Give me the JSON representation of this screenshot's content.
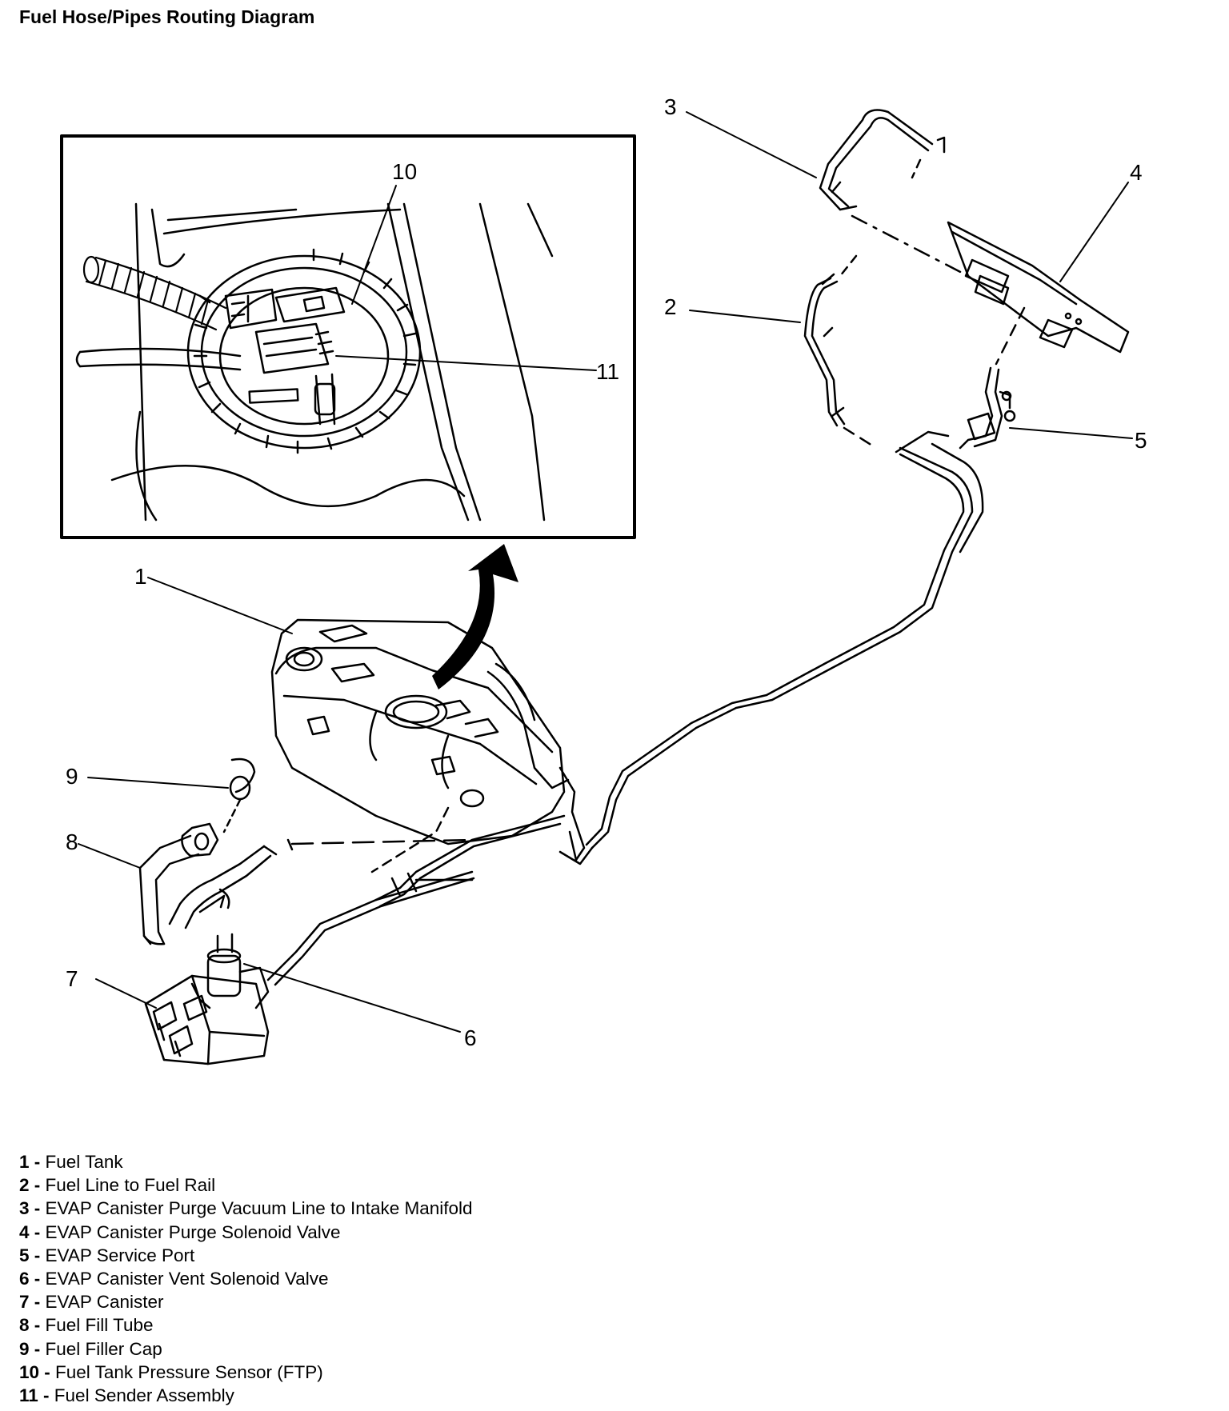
{
  "title": "Fuel Hose/Pipes Routing Diagram",
  "callouts": [
    "1",
    "2",
    "3",
    "4",
    "5",
    "6",
    "7",
    "8",
    "9",
    "10",
    "11"
  ],
  "legend": [
    {
      "num": "1",
      "sep": " - ",
      "text": "Fuel Tank"
    },
    {
      "num": "2",
      "sep": " - ",
      "text": "Fuel Line to Fuel Rail"
    },
    {
      "num": "3",
      "sep": " - ",
      "text": "EVAP Canister Purge Vacuum Line to Intake Manifold"
    },
    {
      "num": "4",
      "sep": " - ",
      "text": "EVAP Canister Purge Solenoid Valve"
    },
    {
      "num": "5",
      "sep": " - ",
      "text": "EVAP Service Port"
    },
    {
      "num": "6",
      "sep": " - ",
      "text": "EVAP Canister Vent Solenoid Valve"
    },
    {
      "num": "7",
      "sep": " - ",
      "text": "EVAP Canister"
    },
    {
      "num": "8",
      "sep": " - ",
      "text": "Fuel Fill Tube"
    },
    {
      "num": "9",
      "sep": " - ",
      "text": "Fuel Filler Cap"
    },
    {
      "num": "10",
      "sep": " - ",
      "text": "Fuel Tank Pressure Sensor (FTP)"
    },
    {
      "num": "11",
      "sep": " - ",
      "text": "Fuel Sender Assembly"
    }
  ]
}
